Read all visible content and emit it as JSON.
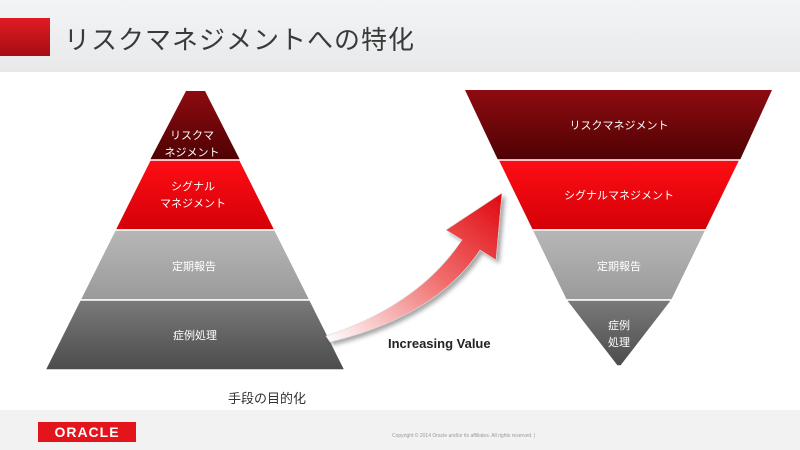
{
  "slide": {
    "title": "リスクマネジメントへの特化",
    "caption": "手段の目的化",
    "arrow_label": "Increasing Value",
    "copyright": "Copyright © 2014 Oracle and/or its affiliates. All rights reserved.  |",
    "logo": "ORACLE"
  },
  "pyramid": {
    "levels": [
      {
        "lines": [
          "リスクマ",
          "ネジメント"
        ],
        "color": "dark-red"
      },
      {
        "lines": [
          "シグナル",
          "マネジメント"
        ],
        "color": "red"
      },
      {
        "lines": [
          "定期報告"
        ],
        "color": "light-gray"
      },
      {
        "lines": [
          "症例処理"
        ],
        "color": "dark-gray"
      }
    ]
  },
  "funnel": {
    "levels": [
      {
        "lines": [
          "リスクマネジメント"
        ],
        "color": "dark-red"
      },
      {
        "lines": [
          "シグナルマネジメント"
        ],
        "color": "red"
      },
      {
        "lines": [
          "定期報告"
        ],
        "color": "light-gray"
      },
      {
        "lines": [
          "症例",
          "処理"
        ],
        "color": "dark-gray"
      }
    ]
  }
}
